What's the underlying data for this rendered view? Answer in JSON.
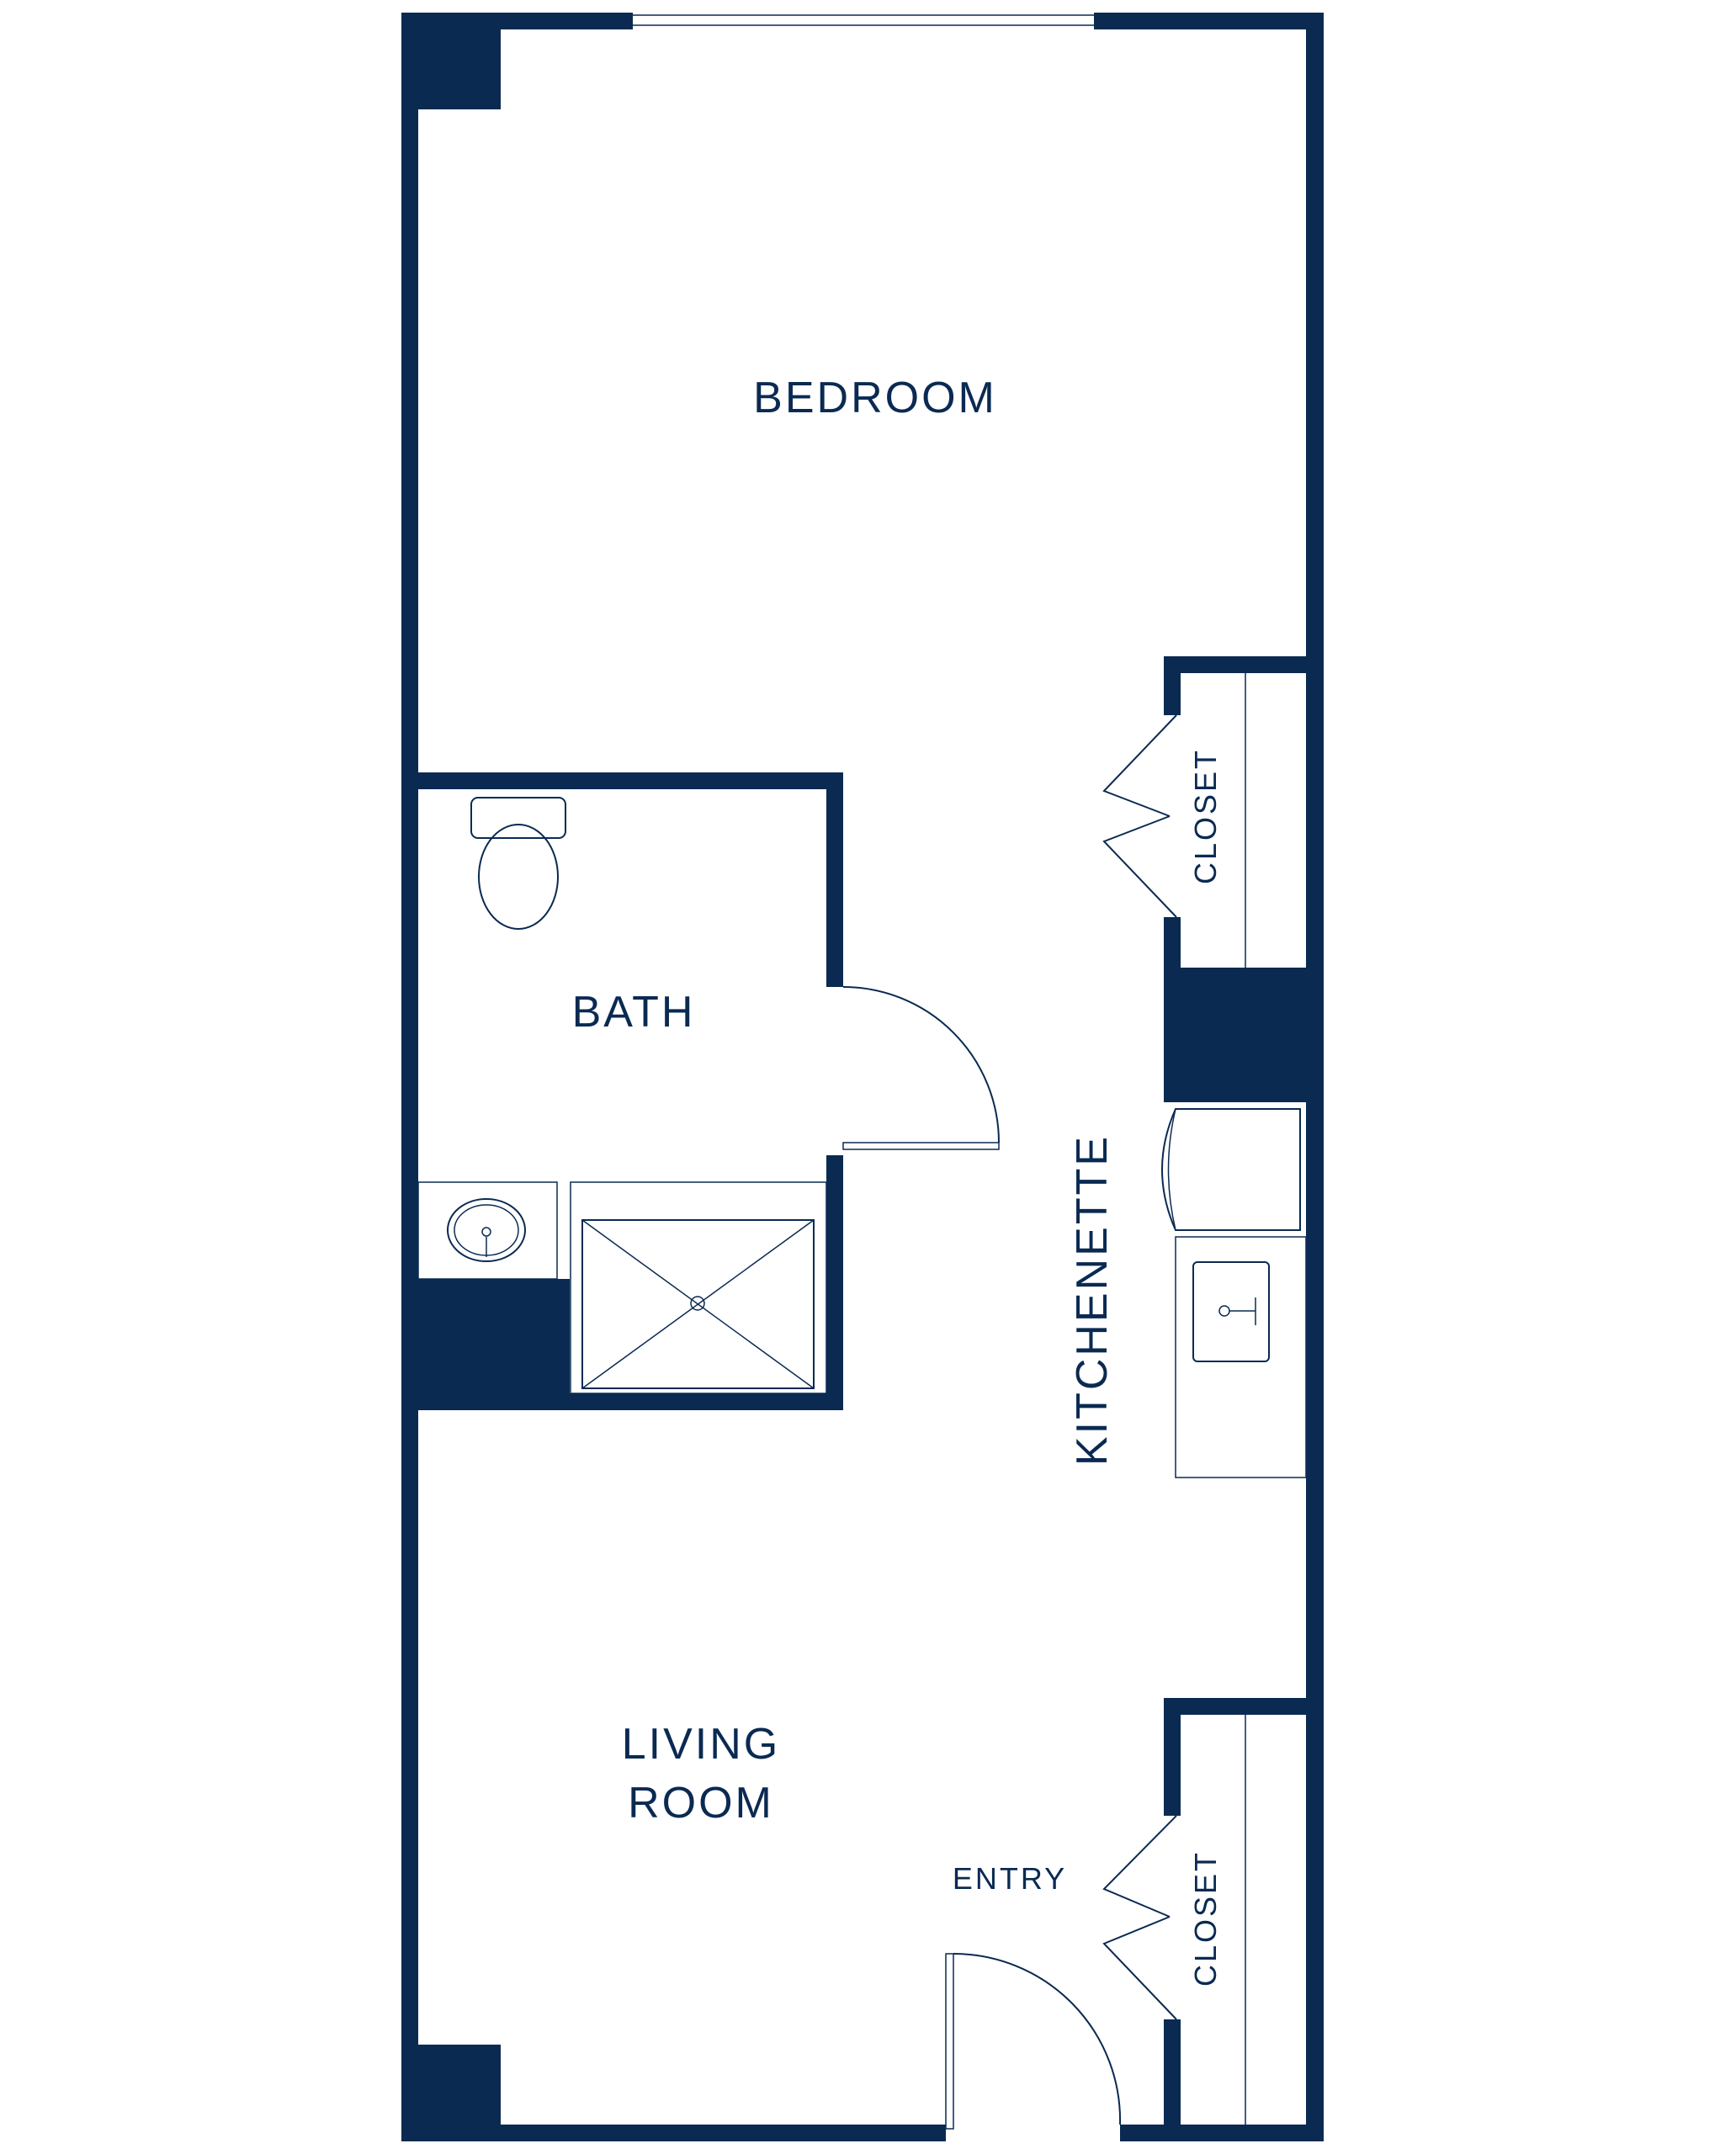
{
  "labels": {
    "bedroom": "BEDROOM",
    "bath": "BATH",
    "kitchenette": "KITCHENETTE",
    "living_line1": "LIVING",
    "living_line2": "ROOM",
    "entry": "ENTRY",
    "closet_upper": "CLOSET",
    "closet_lower": "CLOSET"
  },
  "colors": {
    "wall": "#0a2a52",
    "background": "#ffffff"
  }
}
